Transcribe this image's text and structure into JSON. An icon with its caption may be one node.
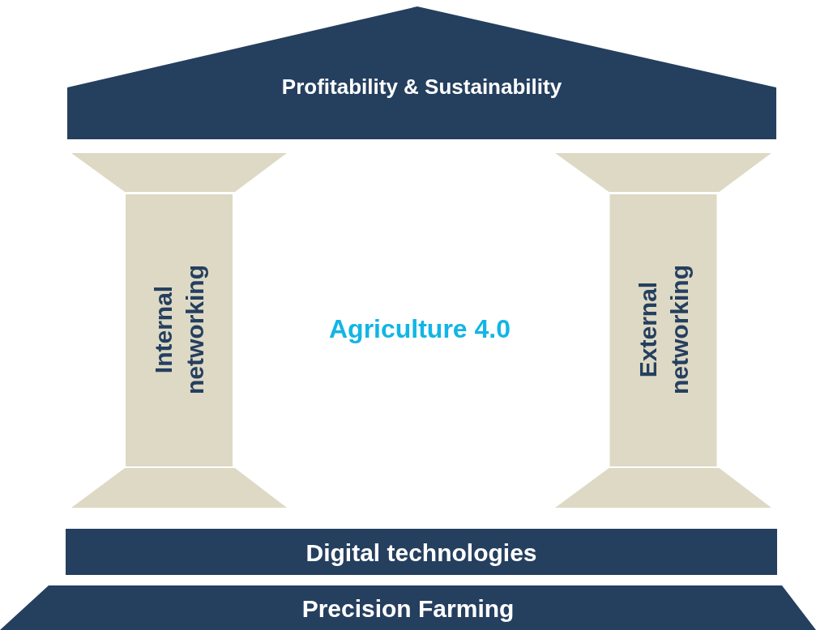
{
  "diagram": {
    "nodes": [
      {
        "text": [
          "Profitability & Sustainability"
        ]
      },
      {
        "text": [
          "Internal networking"
        ]
      },
      {
        "text": [
          "External networking"
        ]
      },
      {
        "text": [
          "Digital technologies"
        ]
      },
      {
        "text": [
          "Precision Farming"
        ]
      }
    ],
    "labels": [
      "Agriculture 4.0"
    ]
  }
}
